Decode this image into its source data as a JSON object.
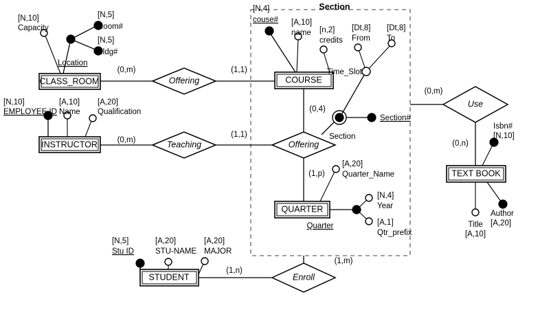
{
  "diagram": {
    "title": "Section",
    "entities": [
      {
        "id": "class_room",
        "label": "CLASS_ROOM"
      },
      {
        "id": "instructor",
        "label": "INSTRUCTOR"
      },
      {
        "id": "course",
        "label": "COURSE"
      },
      {
        "id": "quarter",
        "label": "QUARTER"
      },
      {
        "id": "student",
        "label": "STUDENT"
      },
      {
        "id": "text_book",
        "label": "TEXT BOOK"
      }
    ],
    "relationships": [
      {
        "id": "offering_top",
        "label": "Offering"
      },
      {
        "id": "teaching",
        "label": "Teaching"
      },
      {
        "id": "offering_mid",
        "label": "Offering"
      },
      {
        "id": "enroll",
        "label": "Enroll"
      },
      {
        "id": "use",
        "label": "Use"
      }
    ],
    "attributes": {
      "capacity": {
        "name": "Capacity",
        "type": "[N,10]"
      },
      "location": {
        "name": "Location",
        "type": ""
      },
      "room_no": {
        "name": "Room#",
        "type": "[N,5]"
      },
      "bldg_no": {
        "name": "Bldg#",
        "type": "[N,5]"
      },
      "employee_id": {
        "name": "EMPLOYEE ID",
        "type": "[N,10]"
      },
      "inst_name": {
        "name": "Name",
        "type": "[A,10]"
      },
      "qualification": {
        "name": "Qualification",
        "type": "[A,20]"
      },
      "course_no": {
        "name": "couse#",
        "type": "[N,4]"
      },
      "course_name": {
        "name": "name",
        "type": "[A,10]"
      },
      "credits": {
        "name": "credits",
        "type": "[n,2]"
      },
      "time_slot": {
        "name": "Time_Slot",
        "type": ""
      },
      "from": {
        "name": "From",
        "type": "[Dt,8]"
      },
      "to": {
        "name": "To",
        "type": "[Dt,8]"
      },
      "section": {
        "name": "Section",
        "type": ""
      },
      "section_no": {
        "name": "Section#",
        "type": ""
      },
      "quarter_name": {
        "name": "Quarter_Name",
        "type": "[A,20]"
      },
      "quarter_key": {
        "name": "Quarter",
        "type": ""
      },
      "year": {
        "name": "Year",
        "type": "[N,4]"
      },
      "qtr_prefix": {
        "name": "Qtr_prefix",
        "type": "[A,1]"
      },
      "stu_id": {
        "name": "Stu ID",
        "type": "[N,5]"
      },
      "stu_name": {
        "name": "STU-NAME",
        "type": "[A,20]"
      },
      "major": {
        "name": "MAJOR",
        "type": "[A,20]"
      },
      "isbn": {
        "name": "Isbn#",
        "type": "[N,10]"
      },
      "author": {
        "name": "Author",
        "type": "[A,20]"
      },
      "title": {
        "name": "Title",
        "type": "[A,10]"
      }
    },
    "cardinalities": {
      "classroom_offering": "(0,m)",
      "offering_course": "(1,1)",
      "instructor_teaching": "(0,m)",
      "teaching_section": "(1,1)",
      "course_offering_mid": "(0,4)",
      "offering_quarter": "(1,p)",
      "student_enroll": "(1,n)",
      "enroll_section": "(1,m)",
      "use_section": "(0,m)",
      "use_textbook": "(0,n)"
    }
  }
}
